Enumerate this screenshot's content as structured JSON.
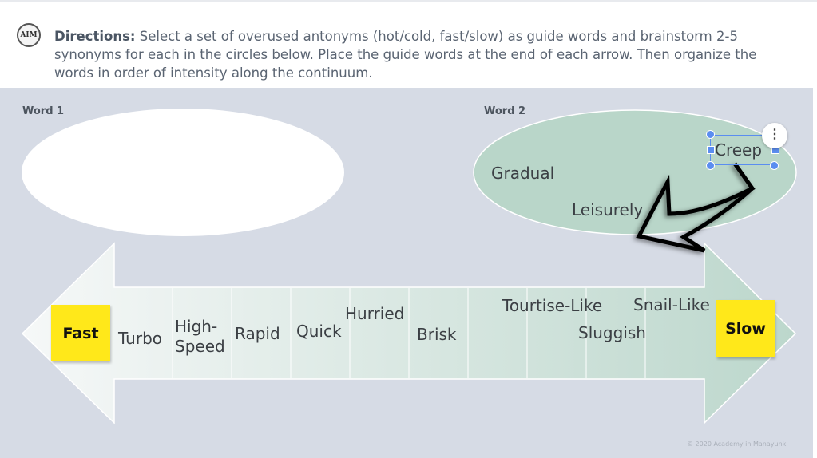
{
  "header": {
    "logo_text": "AIM",
    "directions_label": "Directions:",
    "directions_text": " Select a set of overused antonyms (hot/cold, fast/slow) as guide words and brainstorm 2-5 synonyms for each in the circles below. Place the guide words at the end of each arrow. Then organize the words in order of intensity along the continuum."
  },
  "word1": {
    "label": "Word 1",
    "words": []
  },
  "word2": {
    "label": "Word 2",
    "words": [
      "Gradual",
      "Leisurely",
      "Creep"
    ]
  },
  "selection_menu_icon": "⋮",
  "continuum": {
    "left_guide": "Fast",
    "right_guide": "Slow",
    "words": [
      "Turbo",
      "High-Speed",
      "Rapid",
      "Quick",
      "Hurried",
      "Brisk",
      "Tourtise-Like",
      "Sluggish",
      "Snail-Like"
    ]
  },
  "copyright": "© 2020 Academy in Manayunk",
  "colors": {
    "background": "#d6dbe5",
    "sticky": "#ffe81a",
    "ellipse2": "#b9d6c9",
    "selection": "#5b8df0"
  }
}
